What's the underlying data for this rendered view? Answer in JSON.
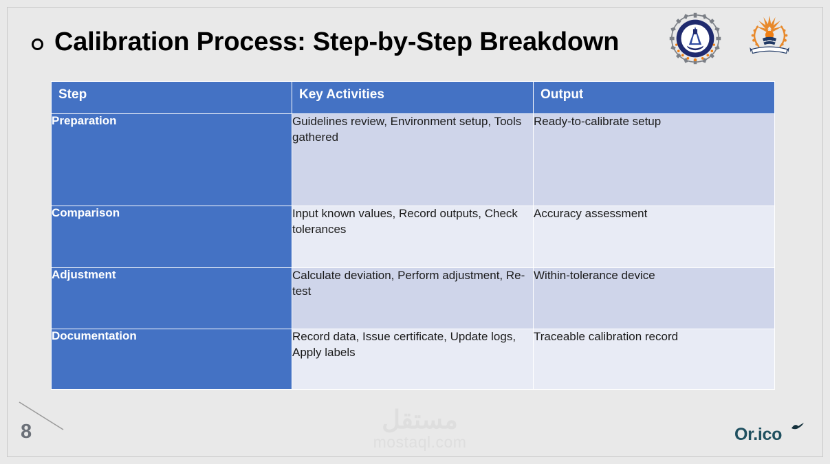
{
  "slide": {
    "title": "Calibration Process: Step-by-Step Breakdown",
    "bullet_glyph": "hollow-circle",
    "number": "8",
    "background_color": "#E9E9E9"
  },
  "logos": {
    "left": {
      "name": "gear-institute-logo",
      "primary_color": "#1F2A6E",
      "accent_color": "#F07F13"
    },
    "right": {
      "name": "mansoura-university-crest",
      "primary_color": "#E8892B",
      "accent_color": "#1F3864"
    }
  },
  "table": {
    "header_color": "#4472C4",
    "band_dark_color": "#CFD5EA",
    "band_light_color": "#E8EBF5",
    "gridline_color": "#FFFFFF",
    "columns": [
      "Step",
      "Key Activities",
      "Output"
    ],
    "rows": [
      {
        "step": "Preparation",
        "activities": "Guidelines review, Environment setup, Tools gathered",
        "output": "Ready-to-calibrate setup"
      },
      {
        "step": "Comparison",
        "activities": "Input known values, Record outputs, Check tolerances",
        "output": "Accuracy assessment"
      },
      {
        "step": "Adjustment",
        "activities": "Calculate deviation, Perform adjustment, Re-test",
        "output": "Within-tolerance device"
      },
      {
        "step": "Documentation",
        "activities": "Record data, Issue certificate, Update logs, Apply labels",
        "output": "Traceable calibration record"
      }
    ]
  },
  "watermark": {
    "arabic": "مستقل",
    "latin": "mostaql.com",
    "color": "#DEDEDE"
  },
  "brand": {
    "text": "Or.ico",
    "color": "#1F5060",
    "icon": "bird-icon"
  }
}
